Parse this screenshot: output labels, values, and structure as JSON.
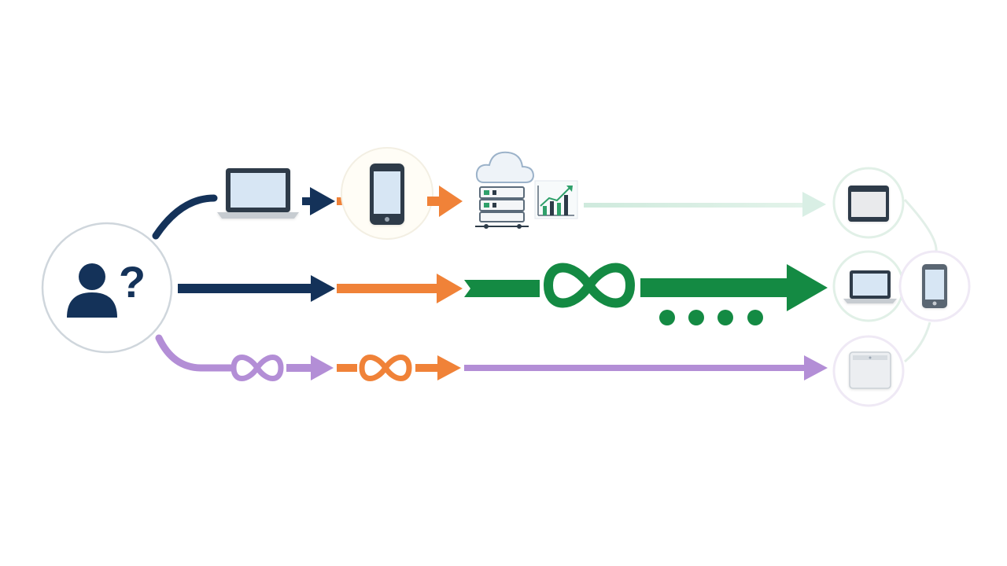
{
  "diagram": {
    "type": "user-journey-flow",
    "origin": {
      "icon": "user-question-icon",
      "glyph": "?"
    },
    "paths": [
      {
        "id": "top",
        "color": "#143259",
        "segment_colors": [
          "#143259",
          "#f08238"
        ],
        "steps": [
          "laptop-icon",
          "phone-icon",
          "cloud-server-icon",
          "growth-chart-icon"
        ],
        "fade_color": "#d9efe5",
        "destination": "tablet-icon"
      },
      {
        "id": "middle",
        "segment_colors": [
          "#143259",
          "#f08238",
          "#148a43"
        ],
        "steps": [
          "infinity-icon",
          "dots-icon"
        ],
        "dot_count": 4,
        "destination": [
          "laptop-icon",
          "phone-icon"
        ]
      },
      {
        "id": "bottom",
        "segment_colors": [
          "#b38ed6",
          "#f08238"
        ],
        "steps": [
          "infinity-icon",
          "infinity-icon"
        ],
        "destination": "tablet-icon"
      }
    ],
    "colors": {
      "navy": "#143259",
      "orange": "#f08238",
      "green": "#148a43",
      "purple": "#b38ed6",
      "circle_border": "#cfd6dc",
      "screen": "#d7e6f4"
    }
  }
}
